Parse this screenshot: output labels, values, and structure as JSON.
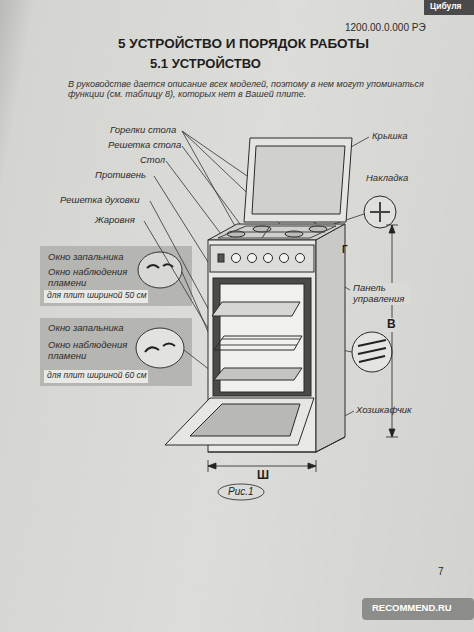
{
  "diagram": {
    "title": "5 УСТРОЙСТВО И ПОРЯДОК РАБОТЫ",
    "caption": "Рис.1",
    "labels": [
      "1200.00.0.000 РЭ",
      "Цибуля",
      "5.1 УСТРОЙСТВО",
      "В руководстве дается описание всех моделей, поэтому в нем могут упоминаться функции (см. таблицу 8), которых нет в Вашей плите.",
      "Горелки стола",
      "Решетка стола",
      "Стол",
      "Противень",
      "Решетка духовки",
      "Жаровня",
      "Крышка",
      "Накладка",
      "Окно запальника",
      "Окно наблюдения пламени",
      "для плит шириной 50 см",
      "Окно запальника",
      "Окно наблюдения пламени",
      "для плит шириной 60 см",
      "Г",
      "Панель управления",
      "В",
      "Хозшкафчик",
      "Ш",
      "7",
      "RECOMMEND.RU"
    ]
  }
}
